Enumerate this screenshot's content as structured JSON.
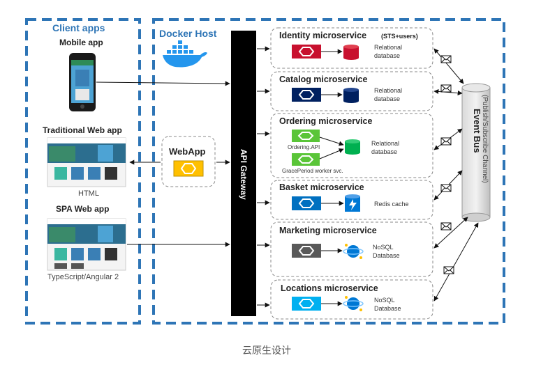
{
  "client_apps": {
    "title": "Client apps",
    "mobile_title": "Mobile app",
    "traditional_title": "Traditional Web app",
    "traditional_caption": "HTML",
    "spa_title": "SPA Web app",
    "spa_caption": "TypeScript/Angular 2"
  },
  "docker_host": {
    "title": "Docker Host"
  },
  "webapp": {
    "label": "WebApp"
  },
  "gateway": {
    "label": "API Gateway"
  },
  "event_bus": {
    "title": "Event Bus",
    "subtitle": "(Publish/Subscribe Channel)"
  },
  "services": {
    "identity": {
      "title": "Identity microservice",
      "suffix": "(STS+users)",
      "db_line1": "Relational",
      "db_line2": "database"
    },
    "catalog": {
      "title": "Catalog microservice",
      "db_line1": "Relational",
      "db_line2": "database"
    },
    "ordering": {
      "title": "Ordering microservice",
      "api_label": "Ordering.API",
      "worker_label": "GracePeriod worker svc.",
      "db_line1": "Relational",
      "db_line2": "database"
    },
    "basket": {
      "title": "Basket microservice",
      "db_label": "Redis cache"
    },
    "marketing": {
      "title": "Marketing microservice",
      "db_line1": "NoSQL",
      "db_line2": "Database"
    },
    "locations": {
      "title": "Locations microservice",
      "db_line1": "NoSQL",
      "db_line2": "Database"
    }
  },
  "caption": "云原生设计",
  "colors": {
    "frame_blue": "#2e75b6",
    "identity_red": "#c8102e",
    "catalog_navy": "#002060",
    "ordering_green": "#5ac538",
    "basket_blue": "#0070c0",
    "marketing_gray": "#595959",
    "locations_cyan": "#00b0f0",
    "webapp_yellow": "#ffc000",
    "db_green": "#00b050"
  }
}
